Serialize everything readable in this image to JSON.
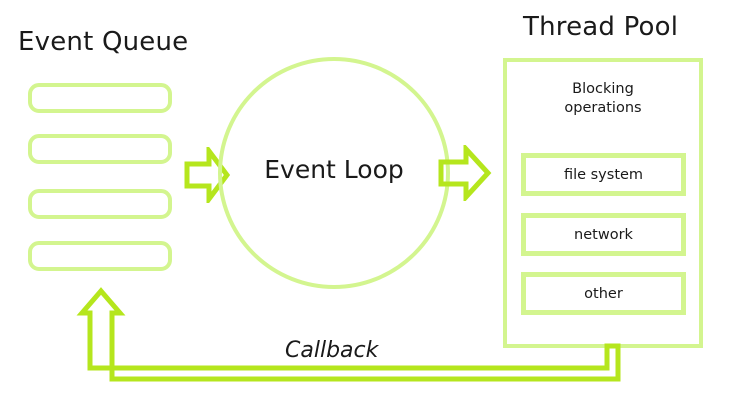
{
  "diagram": {
    "type": "event-loop-architecture",
    "colors": {
      "pale_green": "#d3f58f",
      "bright_green": "#b5e61d",
      "text": "#1a1a1a",
      "background": "#ffffff"
    },
    "event_queue": {
      "title": "Event Queue",
      "items": [
        "",
        "",
        "",
        ""
      ]
    },
    "event_loop": {
      "label": "Event Loop"
    },
    "thread_pool": {
      "title": "Thread Pool",
      "subtitle": "Blocking\noperations",
      "subtitle_line1": "Blocking",
      "subtitle_line2": "operations",
      "items": [
        {
          "label": "file system"
        },
        {
          "label": "network"
        },
        {
          "label": "other"
        }
      ]
    },
    "arrows": {
      "queue_to_loop": "arrow-right",
      "loop_to_pool": "arrow-right",
      "callback": {
        "label": "Callback",
        "shape": "elbow-arrow-up-left"
      }
    }
  }
}
